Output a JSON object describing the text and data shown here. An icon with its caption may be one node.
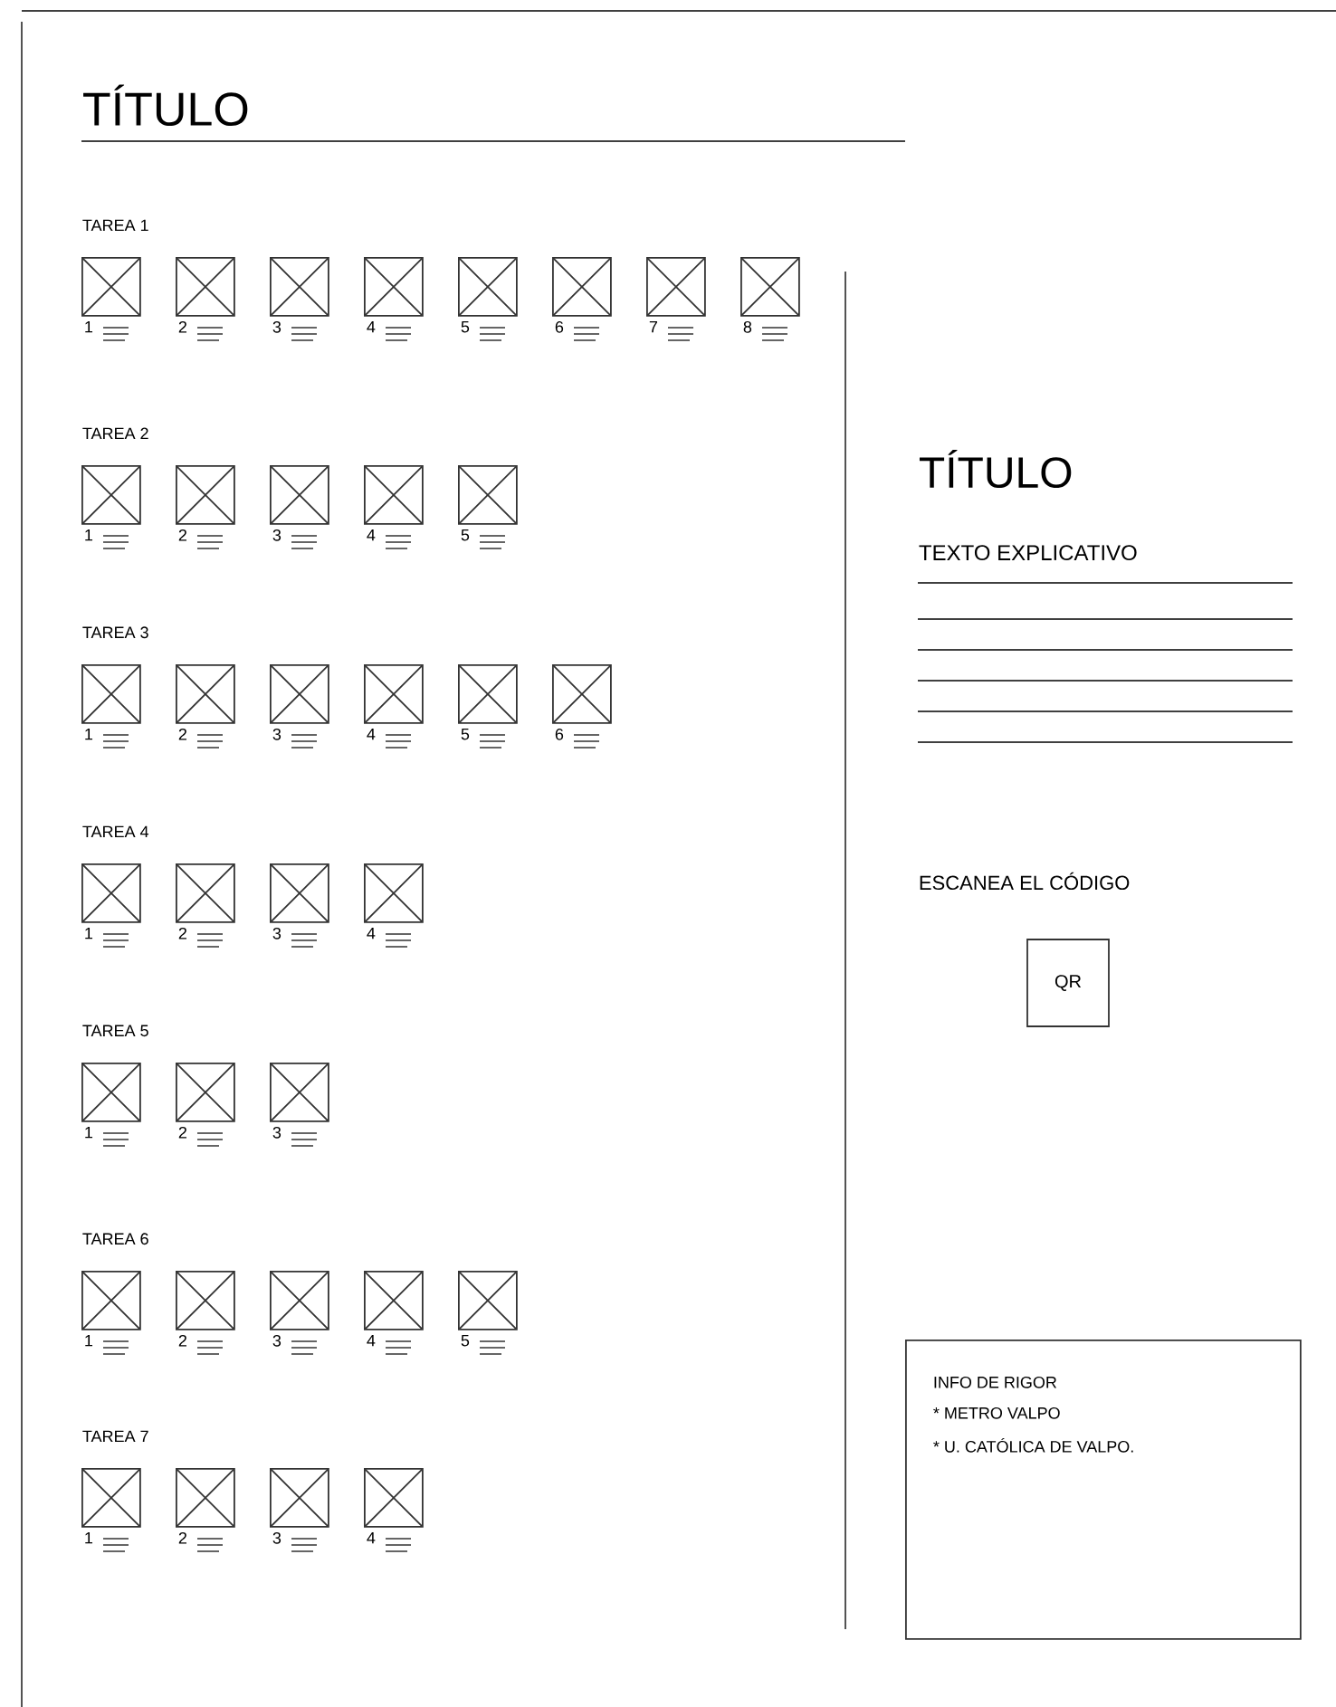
{
  "diagram": {
    "title": "TÍTULO",
    "nodes": [
      {
        "text": [],
        "shape": "box",
        "beside": [
          "1"
        ]
      },
      {
        "text": [],
        "shape": "box",
        "beside": [
          "2"
        ]
      },
      {
        "text": [],
        "shape": "box",
        "beside": [
          "3"
        ]
      },
      {
        "text": [],
        "shape": "box",
        "beside": [
          "4"
        ]
      },
      {
        "text": [],
        "shape": "box",
        "beside": [
          "5"
        ]
      },
      {
        "text": [],
        "shape": "box",
        "beside": [
          "6"
        ]
      },
      {
        "text": [],
        "shape": "box",
        "beside": [
          "7"
        ]
      },
      {
        "text": [],
        "shape": "box",
        "beside": [
          "8"
        ]
      },
      {
        "text": [],
        "shape": "box",
        "beside": [
          "1"
        ]
      },
      {
        "text": [],
        "shape": "box",
        "beside": [
          "2"
        ]
      },
      {
        "text": [],
        "shape": "box",
        "beside": [
          "3"
        ]
      },
      {
        "text": [],
        "shape": "box",
        "beside": [
          "4"
        ]
      },
      {
        "text": [],
        "shape": "box",
        "beside": [
          "5"
        ]
      },
      {
        "text": [],
        "shape": "box",
        "beside": [
          "1"
        ]
      },
      {
        "text": [],
        "shape": "box",
        "beside": [
          "2"
        ]
      },
      {
        "text": [],
        "shape": "box",
        "beside": [
          "3"
        ]
      },
      {
        "text": [],
        "shape": "box",
        "beside": [
          "4"
        ]
      },
      {
        "text": [],
        "shape": "box",
        "beside": [
          "5"
        ]
      },
      {
        "text": [],
        "shape": "box",
        "beside": [
          "6"
        ]
      },
      {
        "text": [],
        "shape": "box",
        "beside": [
          "1"
        ]
      },
      {
        "text": [],
        "shape": "box",
        "beside": [
          "2"
        ]
      },
      {
        "text": [],
        "shape": "box",
        "beside": [
          "3"
        ]
      },
      {
        "text": [],
        "shape": "box",
        "beside": [
          "4"
        ]
      },
      {
        "text": [],
        "shape": "box",
        "beside": [
          "1"
        ]
      },
      {
        "text": [],
        "shape": "box",
        "beside": [
          "2"
        ]
      },
      {
        "text": [],
        "shape": "box",
        "beside": [
          "3"
        ]
      },
      {
        "text": [],
        "shape": "box",
        "beside": [
          "1"
        ]
      },
      {
        "text": [],
        "shape": "box",
        "beside": [
          "2"
        ]
      },
      {
        "text": [],
        "shape": "box",
        "beside": [
          "3"
        ]
      },
      {
        "text": [],
        "shape": "box",
        "beside": [
          "4"
        ]
      },
      {
        "text": [],
        "shape": "box",
        "beside": [
          "5"
        ]
      },
      {
        "text": [],
        "shape": "box",
        "beside": [
          "1"
        ]
      },
      {
        "text": [],
        "shape": "box",
        "beside": [
          "2"
        ]
      },
      {
        "text": [],
        "shape": "box",
        "beside": [
          "3"
        ]
      },
      {
        "text": [],
        "shape": "box",
        "beside": [
          "4"
        ]
      },
      {
        "text": [
          "QR"
        ]
      },
      {
        "text": [
          "INFO DE RIGOR",
          "* METRO VALPO",
          "* U. CATÓLICA DE VALPO."
        ]
      }
    ],
    "labels": [
      "TAREA 1",
      "TAREA 2",
      "TAREA 3",
      "TAREA 4",
      "TAREA 5",
      "TAREA 6",
      "TAREA 7",
      "TÍTULO",
      "TEXTO EXPLICATIVO",
      "ESCANEA EL CÓDIGO"
    ]
  }
}
